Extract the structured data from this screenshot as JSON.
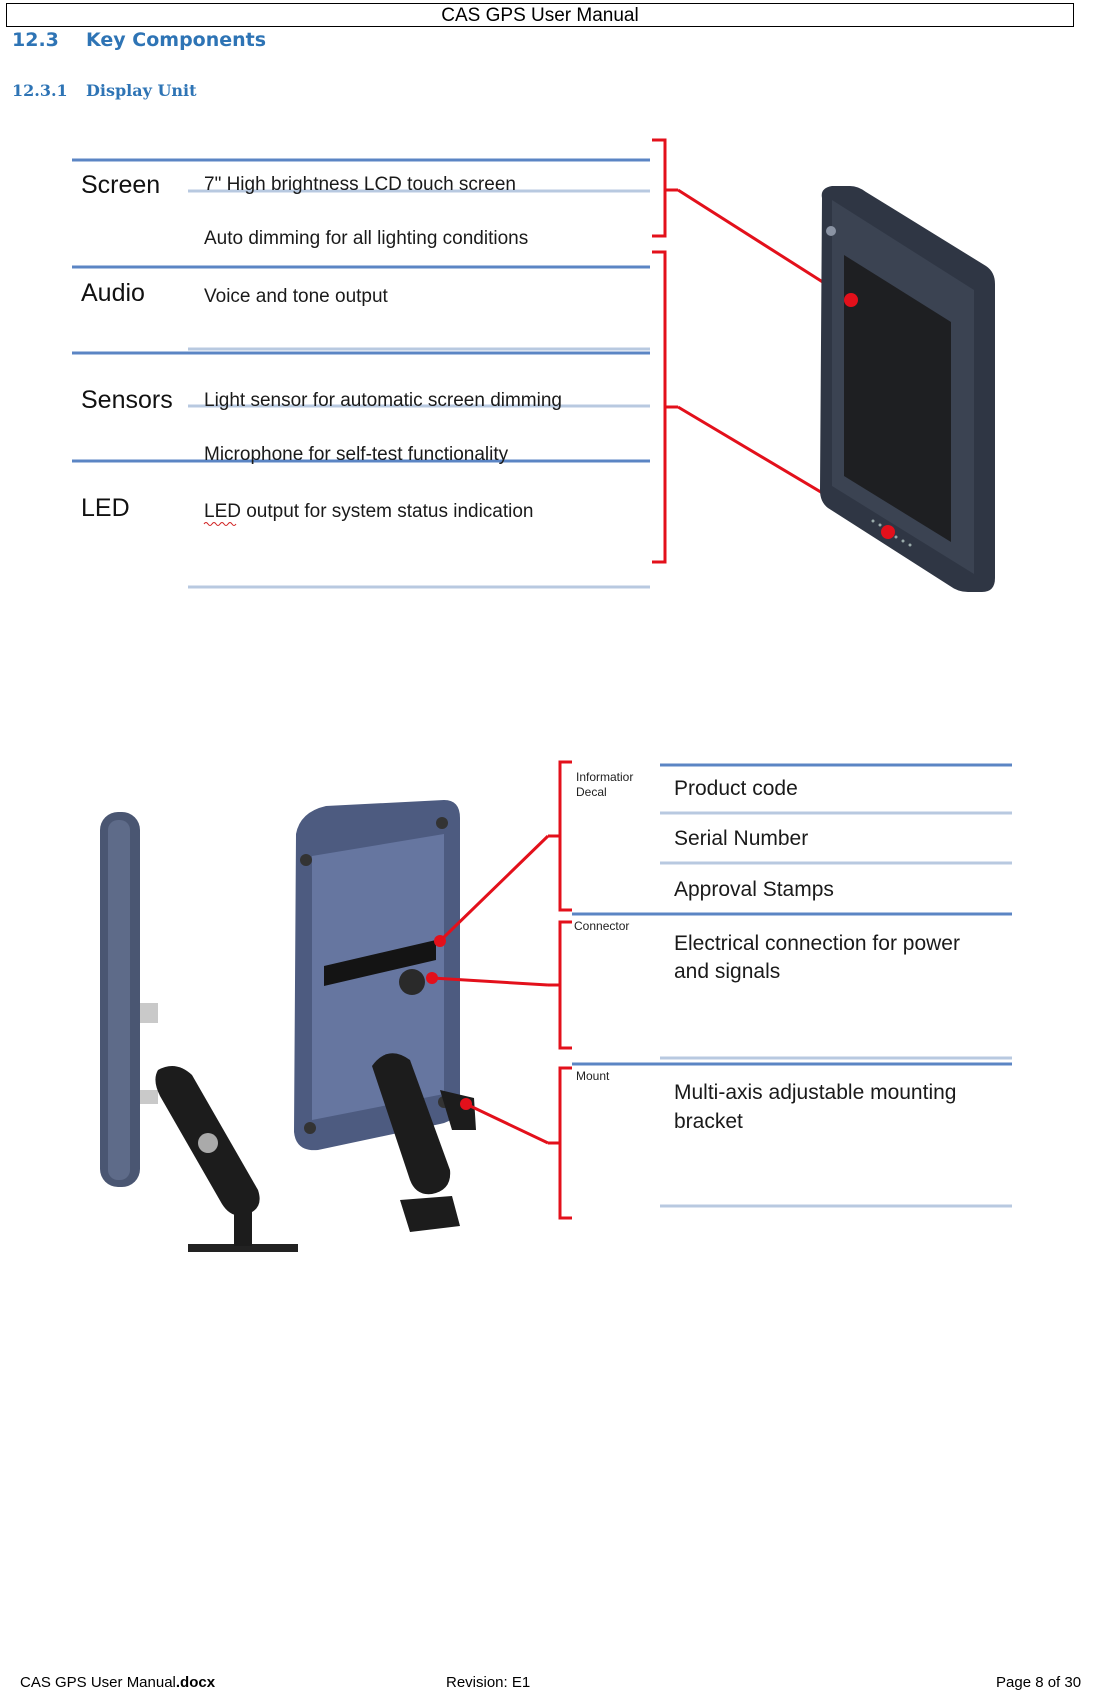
{
  "header": {
    "title": "CAS GPS User Manual"
  },
  "section": {
    "number": "12.3",
    "title": "Key Components"
  },
  "subsection": {
    "number": "12.3.1",
    "title": "Display Unit"
  },
  "front_view": {
    "rows": [
      {
        "category": "Screen",
        "lines": [
          "7\" High brightness LCD touch screen",
          "Auto dimming for all lighting conditions"
        ]
      },
      {
        "category": "Audio",
        "lines": [
          "Voice and tone output",
          ""
        ]
      },
      {
        "category": "Sensors",
        "lines": [
          "Light sensor for automatic screen dimming",
          "Microphone for self-test functionality"
        ]
      },
      {
        "category": "LED",
        "lines": [
          "LED output for system status indication",
          ""
        ]
      }
    ]
  },
  "rear_view": {
    "groups": [
      {
        "label_line1": "Informatior",
        "label_line2": "Decal",
        "items": [
          "Product code",
          "Serial Number",
          "Approval Stamps"
        ]
      },
      {
        "label_line1": "Connector",
        "label_line2": "",
        "items": [
          "Electrical connection for power",
          "and signals"
        ]
      },
      {
        "label_line1": "Mount",
        "label_line2": "",
        "items": [
          "Multi-axis adjustable mounting",
          "bracket"
        ]
      }
    ]
  },
  "colors": {
    "accent": "#2e74b5",
    "rule": "#b8c9e0",
    "callout": "#e3101b"
  },
  "footer": {
    "doc_name": "CAS GPS User Manual",
    "doc_ext": ".docx",
    "revision": "Revision: E1",
    "page": "Page 8 of 30"
  }
}
